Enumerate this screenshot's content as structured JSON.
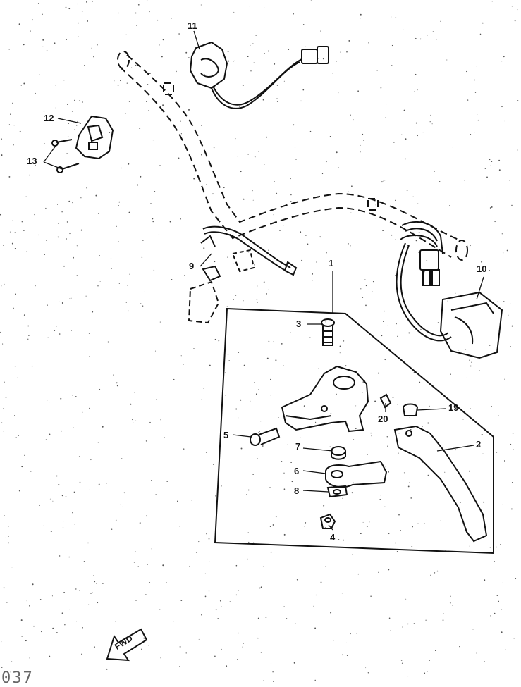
{
  "diagram": {
    "callouts": [
      {
        "id": "1",
        "label": "1"
      },
      {
        "id": "2",
        "label": "2"
      },
      {
        "id": "3",
        "label": "3"
      },
      {
        "id": "4",
        "label": "4"
      },
      {
        "id": "5",
        "label": "5"
      },
      {
        "id": "6",
        "label": "6"
      },
      {
        "id": "7",
        "label": "7"
      },
      {
        "id": "8",
        "label": "8"
      },
      {
        "id": "9",
        "label": "9"
      },
      {
        "id": "10",
        "label": "10"
      },
      {
        "id": "11",
        "label": "11"
      },
      {
        "id": "12",
        "label": "12"
      },
      {
        "id": "13",
        "label": "13"
      },
      {
        "id": "19",
        "label": "19"
      },
      {
        "id": "20",
        "label": "20"
      }
    ],
    "fwd_label": "FWD",
    "page_code": "037"
  }
}
